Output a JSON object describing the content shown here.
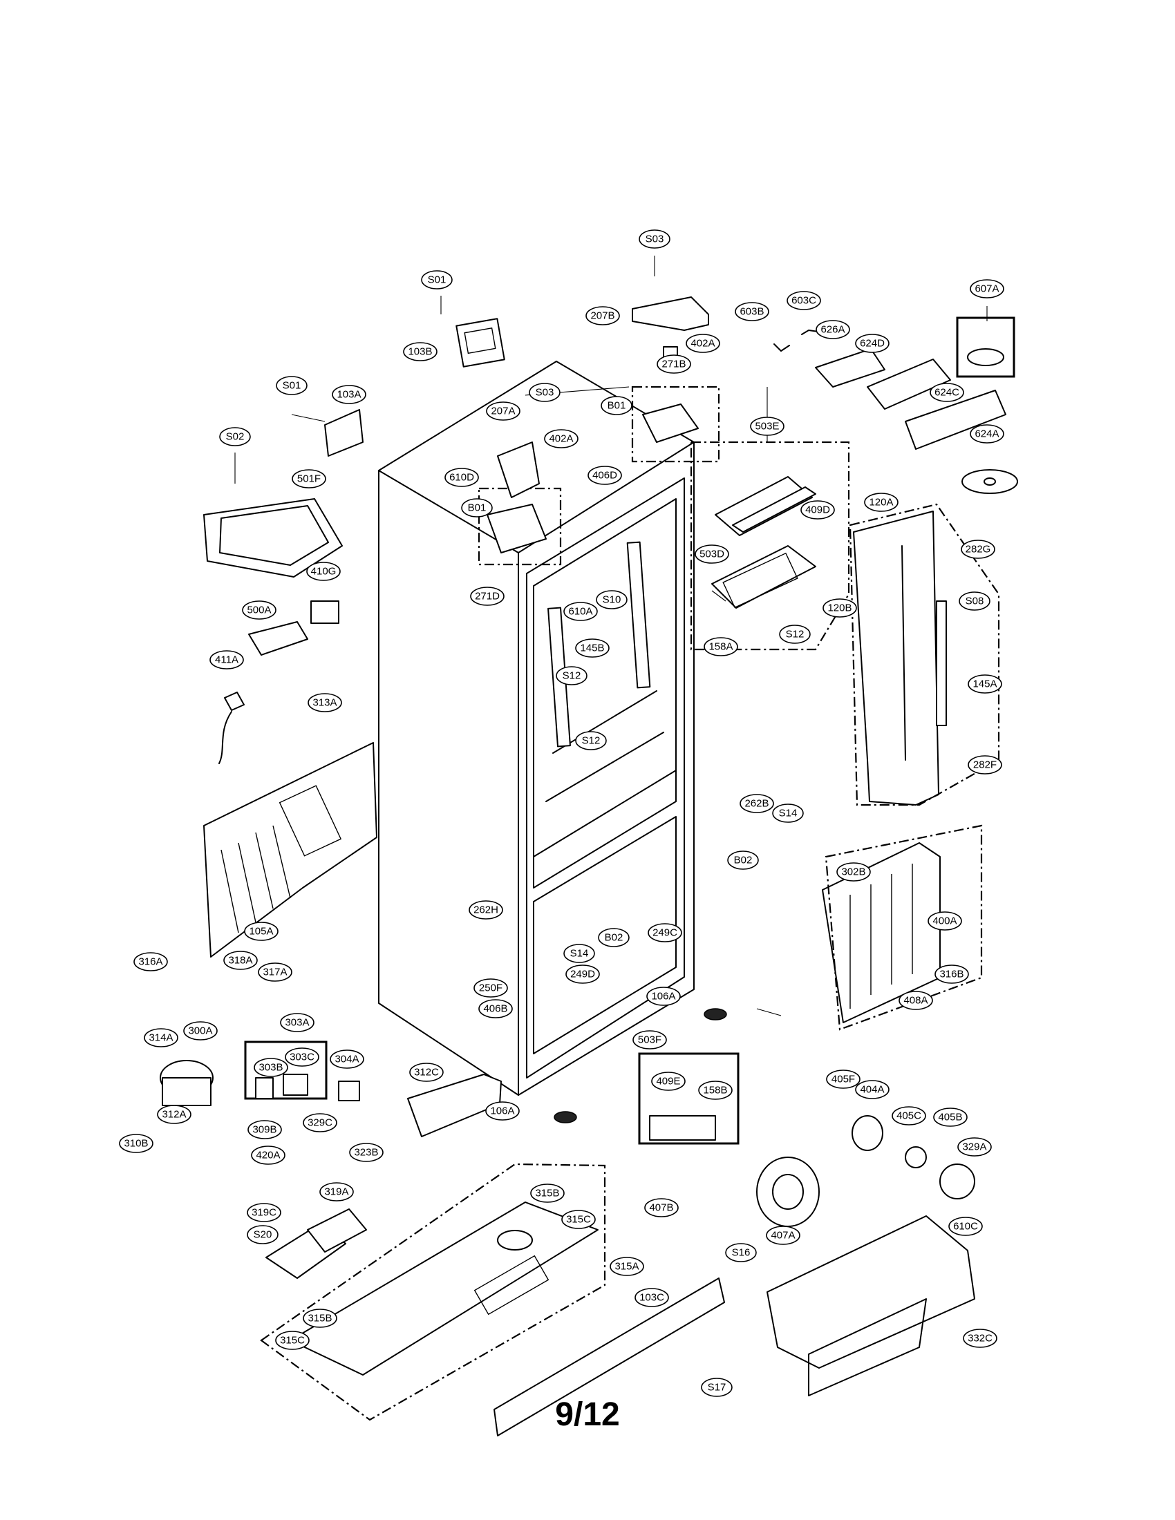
{
  "page": {
    "number": "9/12"
  },
  "callouts": [
    "S01",
    "S03",
    "207B",
    "402A",
    "103B",
    "603B",
    "603C",
    "607A",
    "626A",
    "624D",
    "S01",
    "103A",
    "S03",
    "271B",
    "B01",
    "207A",
    "402A",
    "624C",
    "S02",
    "503E",
    "624A",
    "610D",
    "406D",
    "501F",
    "B01",
    "409D",
    "120A",
    "282G",
    "503D",
    "410G",
    "271D",
    "610A",
    "S10",
    "158A",
    "S12",
    "120B",
    "S08",
    "500A",
    "145B",
    "411A",
    "S12",
    "145A",
    "313A",
    "S12",
    "282F",
    "262B",
    "S14",
    "B02",
    "302B",
    "262H",
    "B02",
    "249C",
    "105A",
    "S14",
    "400A",
    "316A",
    "318A",
    "317A",
    "250F",
    "249D",
    "316B",
    "406B",
    "106A",
    "408A",
    "303A",
    "503F",
    "314A",
    "300A",
    "304A",
    "303B",
    "303C",
    "312C",
    "409E",
    "158B",
    "405F",
    "404A",
    "312A",
    "106A",
    "405C",
    "405B",
    "310B",
    "309B",
    "329C",
    "329A",
    "420A",
    "323B",
    "407B",
    "319A",
    "315B",
    "319C",
    "315C",
    "S20",
    "407A",
    "610C",
    "S16",
    "315A",
    "103C",
    "315B",
    "315C",
    "332C",
    "S17"
  ]
}
